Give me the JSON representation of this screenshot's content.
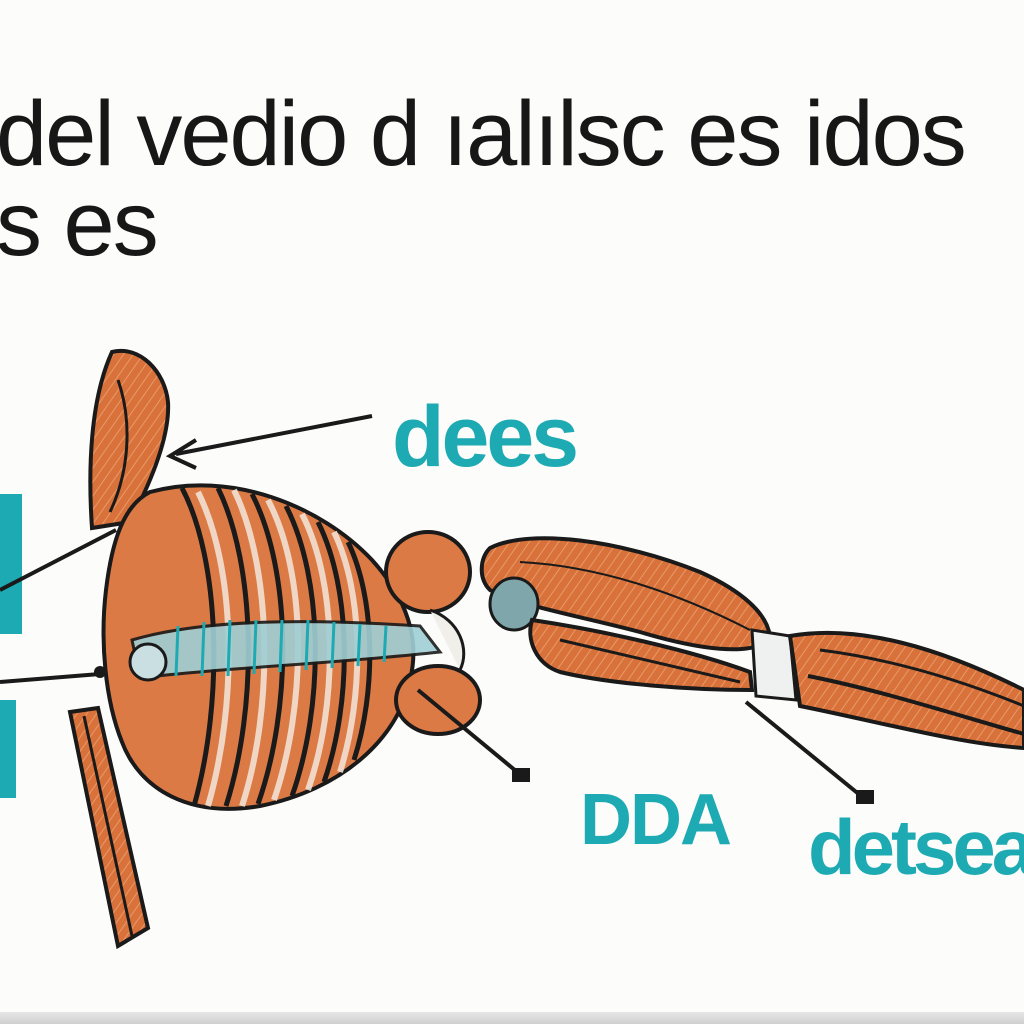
{
  "title": {
    "line1": "del vedio d ıalılsc es idos",
    "line2": "s es"
  },
  "labels": {
    "top": "dees",
    "middle": "DDA",
    "right": "detsear"
  },
  "colors": {
    "label_text": "#1eaab2",
    "title_text": "#171717",
    "muscle_fill": "#d9713a",
    "outline": "#1a1a1a",
    "accent_blue": "#7fc6cf",
    "background": "#fcfcfb"
  }
}
